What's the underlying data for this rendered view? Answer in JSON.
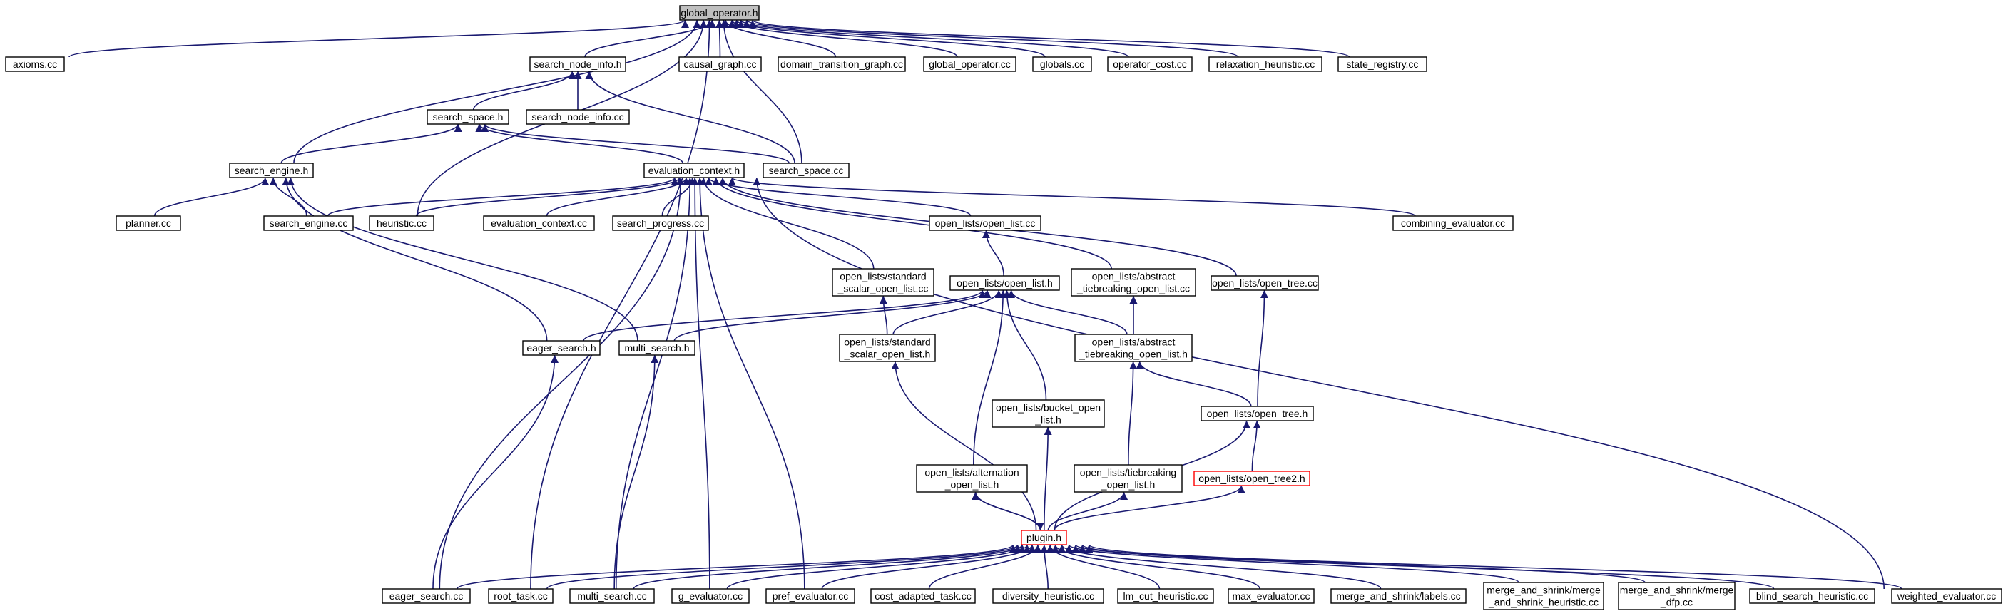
{
  "nodes": [
    {
      "id": "n_global_operator_h",
      "lines": [
        "global_operator.h"
      ],
      "style": "highlight"
    },
    {
      "id": "n_axioms_cc",
      "lines": [
        "axioms.cc"
      ]
    },
    {
      "id": "n_search_node_info_h",
      "lines": [
        "search_node_info.h"
      ]
    },
    {
      "id": "n_causal_graph_cc",
      "lines": [
        "causal_graph.cc"
      ]
    },
    {
      "id": "n_domain_transition_graph_cc",
      "lines": [
        "domain_transition_graph.cc"
      ]
    },
    {
      "id": "n_global_operator_cc",
      "lines": [
        "global_operator.cc"
      ]
    },
    {
      "id": "n_globals_cc",
      "lines": [
        "globals.cc"
      ]
    },
    {
      "id": "n_operator_cost_cc",
      "lines": [
        "operator_cost.cc"
      ]
    },
    {
      "id": "n_relaxation_heuristic_cc",
      "lines": [
        "relaxation_heuristic.cc"
      ]
    },
    {
      "id": "n_state_registry_cc",
      "lines": [
        "state_registry.cc"
      ]
    },
    {
      "id": "n_search_space_h",
      "lines": [
        "search_space.h"
      ]
    },
    {
      "id": "n_search_node_info_cc",
      "lines": [
        "search_node_info.cc"
      ]
    },
    {
      "id": "n_search_engine_h",
      "lines": [
        "search_engine.h"
      ]
    },
    {
      "id": "n_evaluation_context_h",
      "lines": [
        "evaluation_context.h"
      ]
    },
    {
      "id": "n_search_space_cc",
      "lines": [
        "search_space.cc"
      ]
    },
    {
      "id": "n_planner_cc",
      "lines": [
        "planner.cc"
      ]
    },
    {
      "id": "n_search_engine_cc",
      "lines": [
        "search_engine.cc"
      ]
    },
    {
      "id": "n_heuristic_cc",
      "lines": [
        "heuristic.cc"
      ]
    },
    {
      "id": "n_evaluation_context_cc",
      "lines": [
        "evaluation_context.cc"
      ]
    },
    {
      "id": "n_search_progress_cc",
      "lines": [
        "search_progress.cc"
      ]
    },
    {
      "id": "n_open_list_cc",
      "lines": [
        "open_lists/open_list.cc"
      ]
    },
    {
      "id": "n_combining_evaluator_cc",
      "lines": [
        "combining_evaluator.cc"
      ]
    },
    {
      "id": "n_standard_scalar_open_list_cc",
      "lines": [
        "open_lists/standard",
        "_scalar_open_list.cc"
      ]
    },
    {
      "id": "n_open_list_h",
      "lines": [
        "open_lists/open_list.h"
      ]
    },
    {
      "id": "n_abstract_tiebreaking_open_list_cc",
      "lines": [
        "open_lists/abstract",
        "_tiebreaking_open_list.cc"
      ]
    },
    {
      "id": "n_open_tree_cc",
      "lines": [
        "open_lists/open_tree.cc"
      ]
    },
    {
      "id": "n_eager_search_h",
      "lines": [
        "eager_search.h"
      ]
    },
    {
      "id": "n_multi_search_h",
      "lines": [
        "multi_search.h"
      ]
    },
    {
      "id": "n_standard_scalar_open_list_h",
      "lines": [
        "open_lists/standard",
        "_scalar_open_list.h"
      ]
    },
    {
      "id": "n_abstract_tiebreaking_open_list_h",
      "lines": [
        "open_lists/abstract",
        "_tiebreaking_open_list.h"
      ]
    },
    {
      "id": "n_bucket_open_list_h",
      "lines": [
        "open_lists/bucket_open",
        "_list.h"
      ]
    },
    {
      "id": "n_open_tree_h",
      "lines": [
        "open_lists/open_tree.h"
      ]
    },
    {
      "id": "n_alternation_open_list_h",
      "lines": [
        "open_lists/alternation",
        "_open_list.h"
      ]
    },
    {
      "id": "n_tiebreaking_open_list_h",
      "lines": [
        "open_lists/tiebreaking",
        "_open_list.h"
      ]
    },
    {
      "id": "n_open_tree2_h",
      "lines": [
        "open_lists/open_tree2.h"
      ],
      "style": "red"
    },
    {
      "id": "n_plugin_h",
      "lines": [
        "plugin.h"
      ],
      "style": "red"
    },
    {
      "id": "n_eager_search_cc",
      "lines": [
        "eager_search.cc"
      ]
    },
    {
      "id": "n_root_task_cc",
      "lines": [
        "root_task.cc"
      ]
    },
    {
      "id": "n_multi_search_cc",
      "lines": [
        "multi_search.cc"
      ]
    },
    {
      "id": "n_g_evaluator_cc",
      "lines": [
        "g_evaluator.cc"
      ]
    },
    {
      "id": "n_pref_evaluator_cc",
      "lines": [
        "pref_evaluator.cc"
      ]
    },
    {
      "id": "n_cost_adapted_task_cc",
      "lines": [
        "cost_adapted_task.cc"
      ]
    },
    {
      "id": "n_diversity_heuristic_cc",
      "lines": [
        "diversity_heuristic.cc"
      ]
    },
    {
      "id": "n_lm_cut_heuristic_cc",
      "lines": [
        "lm_cut_heuristic.cc"
      ]
    },
    {
      "id": "n_max_evaluator_cc",
      "lines": [
        "max_evaluator.cc"
      ]
    },
    {
      "id": "n_merge_and_shrink_labels_cc",
      "lines": [
        "merge_and_shrink/labels.cc"
      ]
    },
    {
      "id": "n_merge_and_shrink_heuristic_cc",
      "lines": [
        "merge_and_shrink/merge",
        "_and_shrink_heuristic.cc"
      ]
    },
    {
      "id": "n_merge_dfp_cc",
      "lines": [
        "merge_and_shrink/merge",
        "_dfp.cc"
      ]
    },
    {
      "id": "n_blind_search_heuristic_cc",
      "lines": [
        "blind_search_heuristic.cc"
      ]
    },
    {
      "id": "n_weighted_evaluator_cc",
      "lines": [
        "weighted_evaluator.cc"
      ]
    }
  ],
  "edges": [
    [
      "n_axioms_cc",
      "n_global_operator_h"
    ],
    [
      "n_search_node_info_h",
      "n_global_operator_h"
    ],
    [
      "n_causal_graph_cc",
      "n_global_operator_h"
    ],
    [
      "n_domain_transition_graph_cc",
      "n_global_operator_h"
    ],
    [
      "n_global_operator_cc",
      "n_global_operator_h"
    ],
    [
      "n_globals_cc",
      "n_global_operator_h"
    ],
    [
      "n_operator_cost_cc",
      "n_global_operator_h"
    ],
    [
      "n_relaxation_heuristic_cc",
      "n_global_operator_h"
    ],
    [
      "n_state_registry_cc",
      "n_global_operator_h"
    ],
    [
      "n_search_engine_h",
      "n_global_operator_h"
    ],
    [
      "n_heuristic_cc",
      "n_global_operator_h"
    ],
    [
      "n_search_space_cc",
      "n_global_operator_h"
    ],
    [
      "n_root_task_cc",
      "n_global_operator_h"
    ],
    [
      "n_search_space_h",
      "n_search_node_info_h"
    ],
    [
      "n_search_node_info_cc",
      "n_search_node_info_h"
    ],
    [
      "n_search_space_cc",
      "n_search_node_info_h"
    ],
    [
      "n_search_engine_h",
      "n_search_space_h"
    ],
    [
      "n_evaluation_context_h",
      "n_search_space_h"
    ],
    [
      "n_search_space_cc",
      "n_search_space_h"
    ],
    [
      "n_planner_cc",
      "n_search_engine_h"
    ],
    [
      "n_search_engine_cc",
      "n_search_engine_h"
    ],
    [
      "n_eager_search_h",
      "n_search_engine_h"
    ],
    [
      "n_multi_search_h",
      "n_search_engine_h"
    ],
    [
      "n_search_engine_cc",
      "n_evaluation_context_h"
    ],
    [
      "n_heuristic_cc",
      "n_evaluation_context_h"
    ],
    [
      "n_evaluation_context_cc",
      "n_evaluation_context_h"
    ],
    [
      "n_search_progress_cc",
      "n_evaluation_context_h"
    ],
    [
      "n_open_list_cc",
      "n_evaluation_context_h"
    ],
    [
      "n_standard_scalar_open_list_cc",
      "n_evaluation_context_h"
    ],
    [
      "n_abstract_tiebreaking_open_list_cc",
      "n_evaluation_context_h"
    ],
    [
      "n_open_tree_cc",
      "n_evaluation_context_h"
    ],
    [
      "n_combining_evaluator_cc",
      "n_evaluation_context_h"
    ],
    [
      "n_eager_search_cc",
      "n_evaluation_context_h"
    ],
    [
      "n_multi_search_cc",
      "n_evaluation_context_h"
    ],
    [
      "n_g_evaluator_cc",
      "n_evaluation_context_h"
    ],
    [
      "n_pref_evaluator_cc",
      "n_evaluation_context_h"
    ],
    [
      "n_weighted_evaluator_cc",
      "n_evaluation_context_h"
    ],
    [
      "n_open_list_h",
      "n_open_list_cc"
    ],
    [
      "n_standard_scalar_open_list_h",
      "n_standard_scalar_open_list_cc"
    ],
    [
      "n_abstract_tiebreaking_open_list_h",
      "n_abstract_tiebreaking_open_list_cc"
    ],
    [
      "n_open_tree_h",
      "n_open_tree_cc"
    ],
    [
      "n_eager_search_h",
      "n_open_list_h"
    ],
    [
      "n_multi_search_h",
      "n_open_list_h"
    ],
    [
      "n_standard_scalar_open_list_h",
      "n_open_list_h"
    ],
    [
      "n_abstract_tiebreaking_open_list_h",
      "n_open_list_h"
    ],
    [
      "n_bucket_open_list_h",
      "n_open_list_h"
    ],
    [
      "n_alternation_open_list_h",
      "n_open_list_h"
    ],
    [
      "n_eager_search_cc",
      "n_eager_search_h"
    ],
    [
      "n_multi_search_cc",
      "n_multi_search_h"
    ],
    [
      "n_plugin_h",
      "n_standard_scalar_open_list_h"
    ],
    [
      "n_tiebreaking_open_list_h",
      "n_abstract_tiebreaking_open_list_h"
    ],
    [
      "n_open_tree_h",
      "n_abstract_tiebreaking_open_list_h"
    ],
    [
      "n_plugin_h",
      "n_bucket_open_list_h"
    ],
    [
      "n_open_tree2_h",
      "n_open_tree_h"
    ],
    [
      "n_plugin_h",
      "n_open_tree_h"
    ],
    [
      "n_plugin_h",
      "n_alternation_open_list_h"
    ],
    [
      "n_alternation_open_list_h",
      "n_plugin_h"
    ],
    [
      "n_plugin_h",
      "n_tiebreaking_open_list_h"
    ],
    [
      "n_plugin_h",
      "n_open_tree2_h"
    ],
    [
      "n_eager_search_cc",
      "n_plugin_h"
    ],
    [
      "n_root_task_cc",
      "n_plugin_h"
    ],
    [
      "n_multi_search_cc",
      "n_plugin_h"
    ],
    [
      "n_g_evaluator_cc",
      "n_plugin_h"
    ],
    [
      "n_pref_evaluator_cc",
      "n_plugin_h"
    ],
    [
      "n_cost_adapted_task_cc",
      "n_plugin_h"
    ],
    [
      "n_diversity_heuristic_cc",
      "n_plugin_h"
    ],
    [
      "n_lm_cut_heuristic_cc",
      "n_plugin_h"
    ],
    [
      "n_max_evaluator_cc",
      "n_plugin_h"
    ],
    [
      "n_merge_and_shrink_labels_cc",
      "n_plugin_h"
    ],
    [
      "n_merge_and_shrink_heuristic_cc",
      "n_plugin_h"
    ],
    [
      "n_merge_dfp_cc",
      "n_plugin_h"
    ],
    [
      "n_blind_search_heuristic_cc",
      "n_plugin_h"
    ],
    [
      "n_weighted_evaluator_cc",
      "n_plugin_h"
    ]
  ],
  "colors": {
    "edge": "#191970",
    "node_border": "#000000",
    "highlight_fill": "#bfbfbf",
    "red_border": "#ff0000"
  }
}
